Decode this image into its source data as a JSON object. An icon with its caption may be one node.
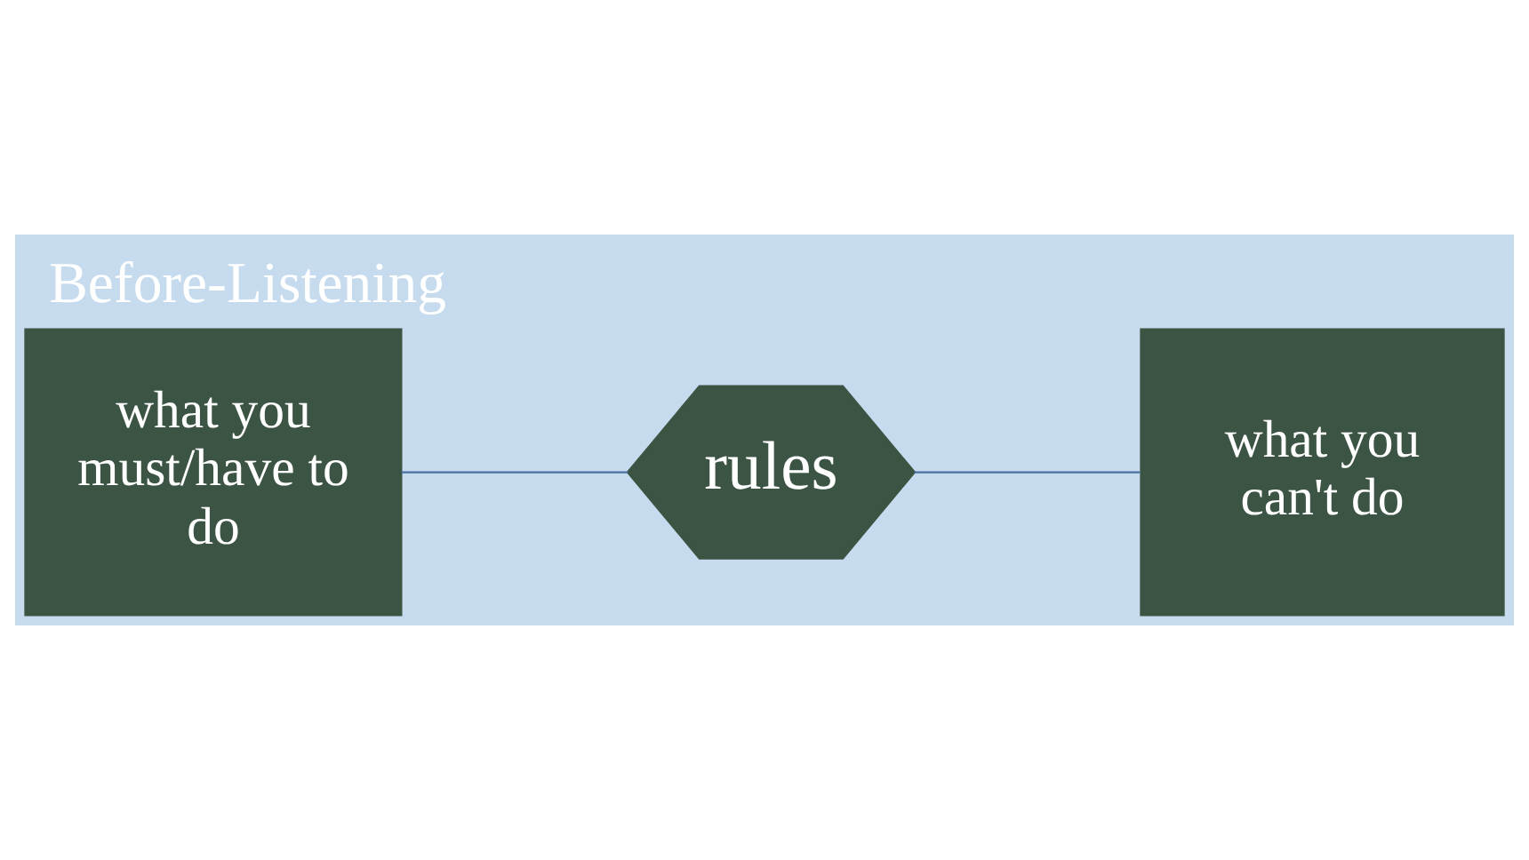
{
  "diagram": {
    "title": "Before-Listening",
    "nodes": [
      {
        "text": [
          "what you must/have to do"
        ]
      },
      {
        "text": [
          "rules"
        ]
      },
      {
        "text": [
          "what you can't do"
        ]
      }
    ],
    "edges": [
      {
        "from": 0,
        "to": 1,
        "arrow": "none"
      },
      {
        "from": 1,
        "to": 2,
        "arrow": "none"
      }
    ]
  }
}
